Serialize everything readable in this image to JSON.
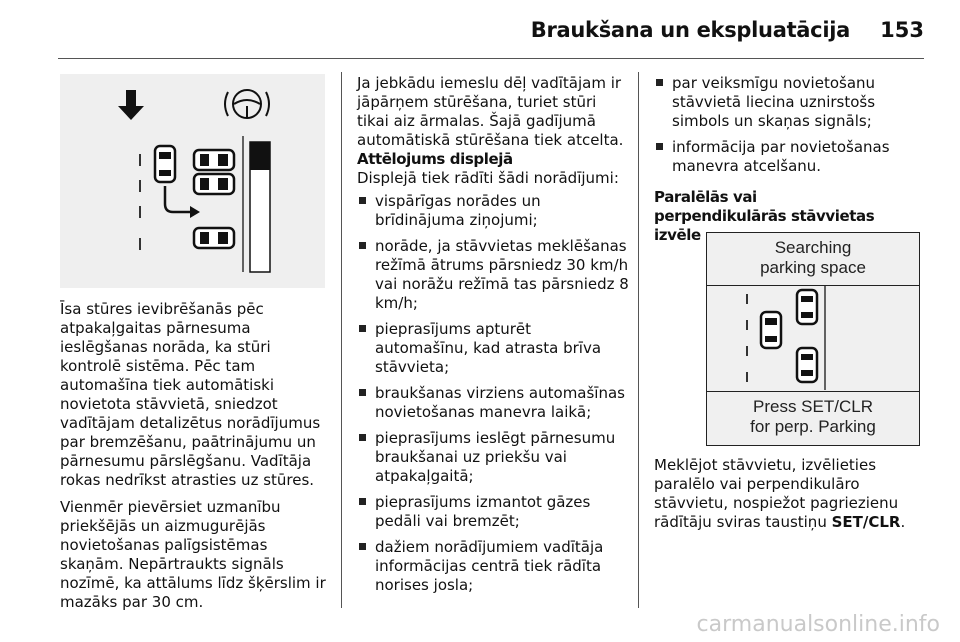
{
  "header": {
    "title": "Braukšana un ekspluatācija",
    "page_number": "153"
  },
  "col1": {
    "paragraphs": [
      "Īsa stūres ievibrēšanās pēc atpakaļgaitas pārnesuma ieslēgšanas norāda, ka stūri kontrolē sistēma. Pēc tam automašīna tiek automātiski novietota stāvvietā, sniedzot vadītājam detalizētus norādījumus par bremzēšanu, paātrinājumu un pārnesumu pārslēgšanu. Vadītāja rokas nedrīkst atrasties uz stūres.",
      "Vienmēr pievērsiet uzmanību priekšējās un aizmugurējās novietošanas palīgsistēmas skaņām. Nepārtraukts signāls nozīmē, ka attālums līdz šķērslim ir mazāks par 30 cm."
    ]
  },
  "col2": {
    "intro": "Ja jebkādu iemeslu dēļ vadītājam ir jāpārņem stūrēšana, turiet stūri tikai aiz ārmalas. Šajā gadījumā automātiskā stūrēšana tiek atcelta.",
    "heading": "Attēlojums displejā",
    "lead": "Displejā tiek rādīti šādi norādījumi:",
    "bullets": [
      "vispārīgas norādes un brīdinājuma ziņojumi;",
      "norāde, ja stāvvietas meklēšanas režīmā ātrums pārsniedz 30 km/h vai norāžu režīmā tas pārsniedz 8 km/h;",
      "pieprasījums apturēt automašīnu, kad atrasta brīva stāvvieta;",
      "braukšanas virziens automašīnas novietošanas manevra laikā;",
      "pieprasījums ieslēgt pārnesumu braukšanai uz priekšu vai atpakaļgaitā;",
      "pieprasījums izmantot gāzes pedāli vai bremzēt;",
      "dažiem norādījumiem vadītāja informācijas centrā tiek rādīta norises josla;"
    ]
  },
  "col3": {
    "bullets": [
      "par veiksmīgu novietošanu stāvvietā liecina uznirstošs simbols un skaņas signāls;",
      "informācija par novietošanas manevra atcelšanu."
    ],
    "heading": "Paralēlās vai perpendikulārās stāvvietas izvēle",
    "display": {
      "top_line1": "Searching",
      "top_line2": "parking space",
      "bottom_line1": "Press SET/CLR",
      "bottom_line2": "for perp. Parking"
    },
    "paragraph_before": "Meklējot stāvvietu, izvēlieties paralēlo vai perpendikulāro stāvvietu, nospiežot pagriezienu rādītāju sviras taustiņu ",
    "paragraph_key": "SET/CLR",
    "paragraph_after": "."
  },
  "watermark": "carmanualsonline.info"
}
